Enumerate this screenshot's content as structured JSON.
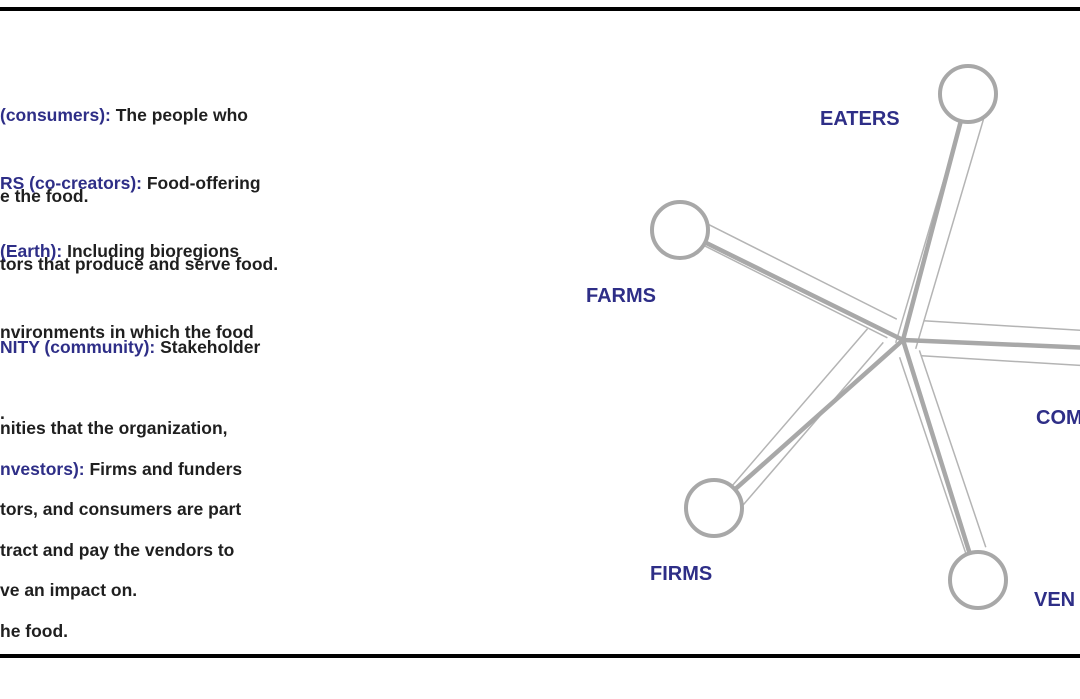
{
  "definitions": [
    {
      "term": "(consumers):",
      "lines": [
        " The people who",
        "e the food."
      ]
    },
    {
      "term": "RS (co-creators):",
      "lines": [
        " Food-offering",
        "tors that produce and serve food."
      ]
    },
    {
      "term": "(Earth):",
      "lines": [
        " Including bioregions",
        "nvironments in which the food",
        "."
      ]
    },
    {
      "term": "NITY (community):",
      "lines": [
        " Stakeholder",
        "nities that the organization,",
        "tors, and consumers are part",
        "ve an impact on."
      ]
    },
    {
      "term": "nvestors):",
      "lines": [
        " Firms and funders",
        "tract and pay the vendors to",
        "he food."
      ]
    }
  ],
  "diagram": {
    "nodes": [
      {
        "id": "eaters",
        "label": "EATERS"
      },
      {
        "id": "farms",
        "label": "FARMS"
      },
      {
        "id": "community",
        "label": "COM"
      },
      {
        "id": "firms",
        "label": "FIRMS"
      },
      {
        "id": "vendors",
        "label": "VEN"
      }
    ],
    "colors": {
      "label": "#2e2e87",
      "spoke": "#a8a8a8",
      "text": "#1f1f1f"
    }
  }
}
